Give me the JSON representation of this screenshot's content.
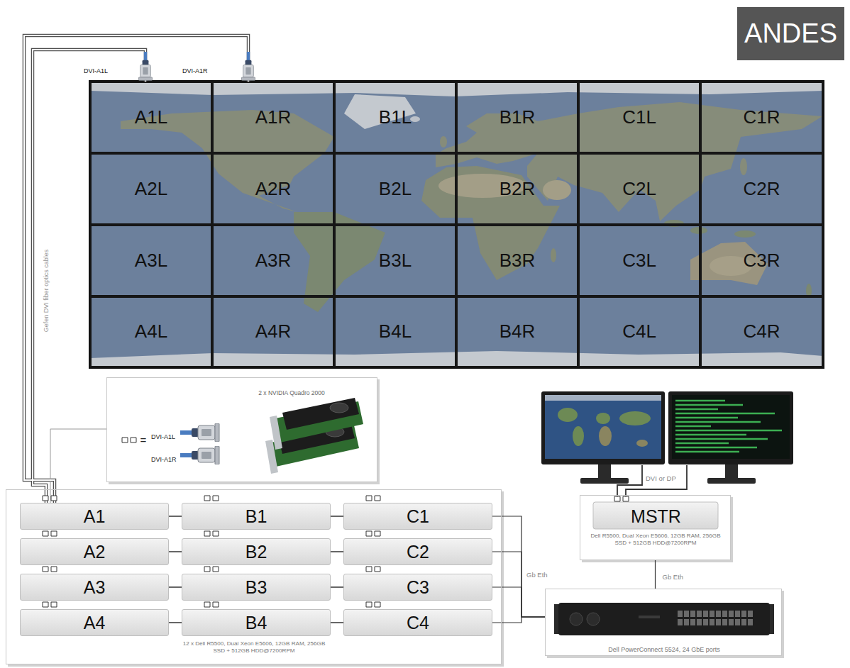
{
  "diagram": {
    "title": "ANDES",
    "nodes": [
      {
        "text": [
          "A1L"
        ]
      },
      {
        "text": [
          "A1R"
        ]
      },
      {
        "text": [
          "B1L"
        ]
      },
      {
        "text": [
          "B1R"
        ]
      },
      {
        "text": [
          "C1L"
        ]
      },
      {
        "text": [
          "C1R"
        ]
      },
      {
        "text": [
          "A2L"
        ]
      },
      {
        "text": [
          "A2R"
        ]
      },
      {
        "text": [
          "B2L"
        ]
      },
      {
        "text": [
          "B2R"
        ]
      },
      {
        "text": [
          "C2L"
        ]
      },
      {
        "text": [
          "C2R"
        ]
      },
      {
        "text": [
          "A3L"
        ]
      },
      {
        "text": [
          "A3R"
        ]
      },
      {
        "text": [
          "B3L"
        ]
      },
      {
        "text": [
          "B3R"
        ]
      },
      {
        "text": [
          "C3L"
        ]
      },
      {
        "text": [
          "C3R"
        ]
      },
      {
        "text": [
          "A4L"
        ]
      },
      {
        "text": [
          "A4R"
        ]
      },
      {
        "text": [
          "B4L"
        ]
      },
      {
        "text": [
          "B4R"
        ]
      },
      {
        "text": [
          "C4L"
        ]
      },
      {
        "text": [
          "C4R"
        ]
      },
      {
        "text": [
          "2 x NVIDIA Quadro 2000",
          "DVI-A1L",
          "=",
          "DVI-A1R"
        ]
      },
      {
        "text": [
          "12 x Dell R5500, Dual Xeon E5606, 12GB RAM, 256GB SSD + 512GB HDD@7200RPM"
        ]
      },
      {
        "text": [
          "A1"
        ],
        "in": 25
      },
      {
        "text": [
          "B1"
        ],
        "in": 25
      },
      {
        "text": [
          "C1"
        ],
        "in": 25
      },
      {
        "text": [
          "A2"
        ],
        "in": 25
      },
      {
        "text": [
          "B2"
        ],
        "in": 25
      },
      {
        "text": [
          "C2"
        ],
        "in": 25
      },
      {
        "text": [
          "A3"
        ],
        "in": 25
      },
      {
        "text": [
          "B3"
        ],
        "in": 25
      },
      {
        "text": [
          "C3"
        ],
        "in": 25
      },
      {
        "text": [
          "A4"
        ],
        "in": 25
      },
      {
        "text": [
          "B4"
        ],
        "in": 25
      },
      {
        "text": [
          "C4"
        ],
        "in": 25
      },
      {
        "text": [
          "MSTR",
          "Dell R5500, Dual Xeon E5606, 12GB RAM, 256GB SSD + 512GB HDD@7200RPM"
        ]
      },
      {
        "text": [
          "Dell PowerConnect 5524, 24 GbE ports"
        ]
      }
    ],
    "edges": [
      {
        "from": 26,
        "to": 0,
        "arrow": "none"
      },
      {
        "from": 26,
        "to": 1,
        "arrow": "none"
      },
      {
        "from": 24,
        "to": 26,
        "arrow": "none"
      },
      {
        "from": 26,
        "to": 27,
        "arrow": "none"
      },
      {
        "from": 27,
        "to": 28,
        "arrow": "none"
      },
      {
        "from": 29,
        "to": 30,
        "arrow": "none"
      },
      {
        "from": 30,
        "to": 31,
        "arrow": "none"
      },
      {
        "from": 32,
        "to": 33,
        "arrow": "none"
      },
      {
        "from": 33,
        "to": 34,
        "arrow": "none"
      },
      {
        "from": 35,
        "to": 36,
        "arrow": "none"
      },
      {
        "from": 36,
        "to": 37,
        "arrow": "none"
      },
      {
        "from": 28,
        "to": 39,
        "arrow": "none"
      },
      {
        "from": 31,
        "to": 39,
        "arrow": "none"
      },
      {
        "from": 34,
        "to": 39,
        "arrow": "none"
      },
      {
        "from": 37,
        "to": 39,
        "arrow": "none"
      },
      {
        "from": 38,
        "to": 39,
        "label": "Gb Eth",
        "arrow": "none"
      }
    ],
    "labels": [
      "DVI-A1L",
      "DVI-A1R",
      "Gefen DVI fiber optics cables",
      "Gb Eth",
      "DVI or DP"
    ]
  }
}
